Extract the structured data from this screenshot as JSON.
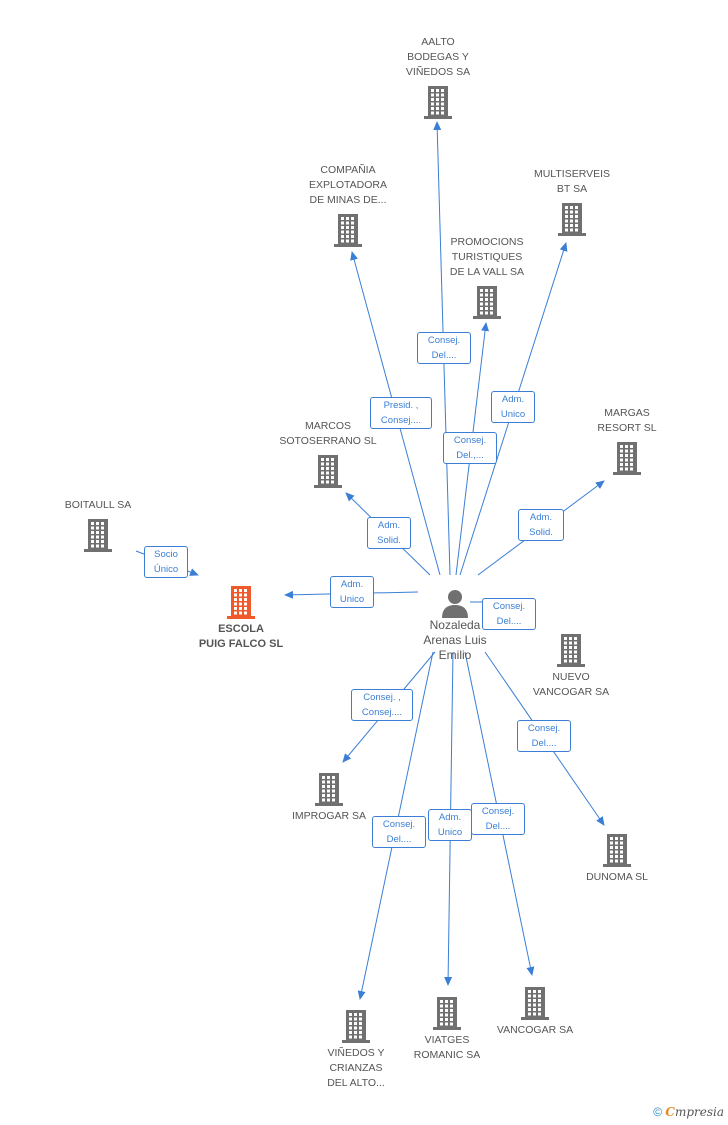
{
  "colors": {
    "edge": "#3a7fd5",
    "building": "#707070",
    "focus_building": "#f05a2a",
    "text": "#555555"
  },
  "center": {
    "name": "Nozaleda\nArenas Luis\nEmilio",
    "icon": "person-icon"
  },
  "companies": [
    {
      "id": "aalto",
      "name": "AALTO\nBODEGAS Y\nVIÑEDOS SA",
      "icon": "building-icon"
    },
    {
      "id": "compania",
      "name": "COMPAÑIA\nEXPLOTADORA\nDE MINAS DE...",
      "icon": "building-icon"
    },
    {
      "id": "multiserveis",
      "name": "MULTISERVEIS\nBT SA",
      "icon": "building-icon"
    },
    {
      "id": "promocions",
      "name": "PROMOCIONS\nTURISTIQUES\nDE LA VALL SA",
      "icon": "building-icon"
    },
    {
      "id": "marcos",
      "name": "MARCOS\nSOTOSERRANO SL",
      "icon": "building-icon"
    },
    {
      "id": "margas",
      "name": "MARGAS\nRESORT SL",
      "icon": "building-icon"
    },
    {
      "id": "boitaull",
      "name": "BOITAULL SA",
      "icon": "building-icon"
    },
    {
      "id": "escola",
      "name": "ESCOLA\nPUIG FALCO SL",
      "icon": "building-icon",
      "focus": true
    },
    {
      "id": "nuevo",
      "name": "NUEVO\nVANCOGAR SA",
      "icon": "building-icon"
    },
    {
      "id": "improgar",
      "name": "IMPROGAR SA",
      "icon": "building-icon"
    },
    {
      "id": "dunoma",
      "name": "DUNOMA SL",
      "icon": "building-icon"
    },
    {
      "id": "vinedos",
      "name": "VIÑEDOS Y\nCRIANZAS\nDEL ALTO...",
      "icon": "building-icon"
    },
    {
      "id": "viatges",
      "name": "VIATGES\nROMANIC SA",
      "icon": "building-icon"
    },
    {
      "id": "vancogar",
      "name": "VANCOGAR SA",
      "icon": "building-icon"
    }
  ],
  "relations": [
    {
      "id": "r-aalto",
      "label": "Consej.\nDel...."
    },
    {
      "id": "r-compania",
      "label": "Presid. ,\nConsej...."
    },
    {
      "id": "r-promocions",
      "label": "Consej.\nDel.,..."
    },
    {
      "id": "r-multiserveis",
      "label": "Adm.\nUnico"
    },
    {
      "id": "r-marcos",
      "label": "Adm.\nSolid."
    },
    {
      "id": "r-margas",
      "label": "Adm.\nSolid."
    },
    {
      "id": "r-escola",
      "label": "Adm.\nUnico"
    },
    {
      "id": "r-boitaull",
      "label": "Socio\nÚnico"
    },
    {
      "id": "r-nuevo",
      "label": "Consej.\nDel...."
    },
    {
      "id": "r-improgar",
      "label": "Consej. ,\nConsej...."
    },
    {
      "id": "r-dunoma",
      "label": "Consej.\nDel...."
    },
    {
      "id": "r-vinedos",
      "label": "Consej.\nDel...."
    },
    {
      "id": "r-viatges",
      "label": "Adm.\nUnico"
    },
    {
      "id": "r-vancogar",
      "label": "Consej.\nDel...."
    }
  ],
  "footer": {
    "copyright": "©",
    "brand_first": "C",
    "brand_rest": "mpresia"
  }
}
